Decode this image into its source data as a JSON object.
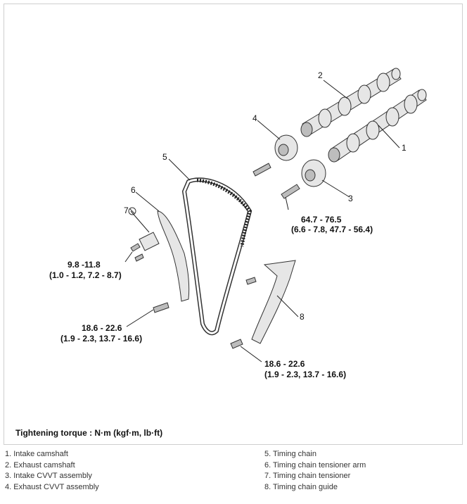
{
  "callouts": {
    "c1": "1",
    "c2": "2",
    "c3": "3",
    "c4": "4",
    "c5": "5",
    "c6": "6",
    "c7": "7",
    "c8": "8"
  },
  "torques": {
    "cam_sprocket": {
      "nm": "64.7 - 76.5",
      "alt": "(6.6 - 7.8, 47.7 - 56.4)"
    },
    "tensioner": {
      "nm": "9.8 -11.8",
      "alt": "(1.0 - 1.2, 7.2 - 8.7)"
    },
    "tensioner_arm": {
      "nm": "18.6 - 22.6",
      "alt": "(1.9 - 2.3, 13.7 - 16.6)"
    },
    "chain_guide": {
      "nm": "18.6 - 22.6",
      "alt": "(1.9 - 2.3, 13.7 - 16.6)"
    }
  },
  "caption": "Tightening torque : N·m (kgf·m, lb·ft)",
  "legend": [
    "1. Intake camshaft",
    "2. Exhaust camshaft",
    "3. Intake CVVT assembly",
    "4. Exhaust CVVT assembly",
    "5. Timing chain",
    "6. Timing chain tensioner arm",
    "7. Timing chain tensioner",
    "8. Timing chain guide"
  ]
}
